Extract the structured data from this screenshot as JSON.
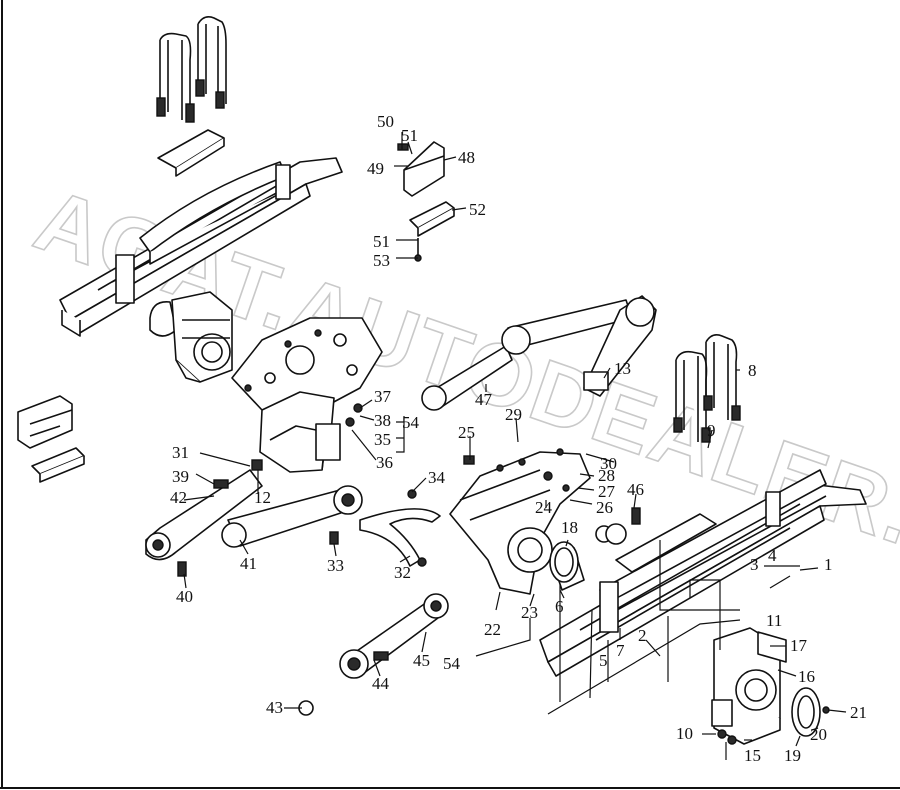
{
  "watermark": "AGAT.AUTODEALER.RU",
  "callouts": {
    "c1": "1",
    "c2": "2",
    "c3": "3",
    "c4": "4",
    "c5": "5",
    "c6": "6",
    "c7": "7",
    "c8": "8",
    "c9": "9",
    "c10": "10",
    "c11": "11",
    "c12": "12",
    "c13": "13",
    "c15": "15",
    "c16": "16",
    "c17": "17",
    "c18": "18",
    "c19": "19",
    "c20": "20",
    "c21": "21",
    "c22": "22",
    "c23": "23",
    "c24": "24",
    "c25": "25",
    "c26": "26",
    "c27": "27",
    "c28": "28",
    "c29": "29",
    "c30": "30",
    "c31": "31",
    "c32": "32",
    "c33": "33",
    "c34": "34",
    "c35": "35",
    "c36": "36",
    "c37": "37",
    "c38": "38",
    "c39": "39",
    "c40": "40",
    "c41": "41",
    "c42": "42",
    "c43": "43",
    "c44": "44",
    "c45": "45",
    "c46": "46",
    "c47": "47",
    "c48": "48",
    "c49": "49",
    "c50": "50",
    "c51a": "51",
    "c51b": "51",
    "c52": "52",
    "c53": "53",
    "c54a": "54",
    "c54b": "54"
  }
}
